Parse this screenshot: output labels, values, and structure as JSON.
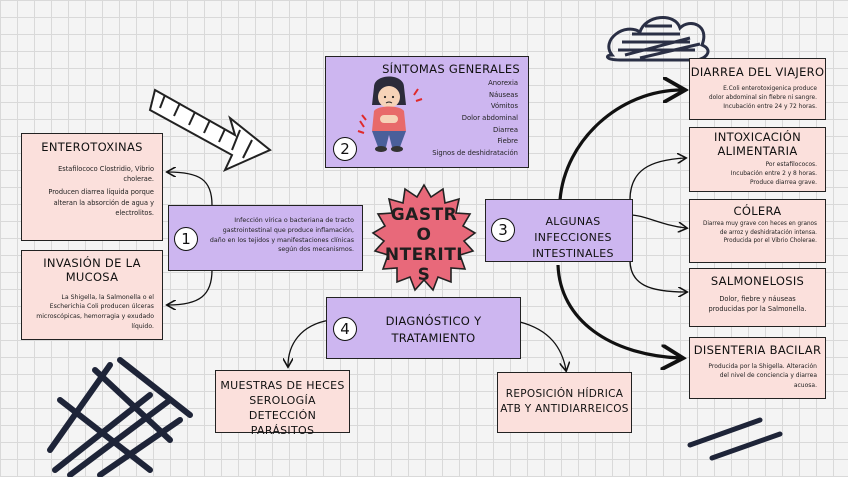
{
  "center": {
    "title": "GASTRO NTERITI S",
    "color": "#e8697a"
  },
  "colors": {
    "pink": "#fbe0dc",
    "purple": "#cdb6f0"
  },
  "sintomas": {
    "number": "2",
    "title": "SÍNTOMAS GENERALES",
    "items": [
      "Anorexia",
      "Náuseas",
      "Vómitos",
      "Dolor abdominal",
      "Diarrea",
      "Fiebre",
      "Signos de deshidratación"
    ]
  },
  "infeccion": {
    "number": "1",
    "text": "Infección vírica o bacteriana de tracto gastrointestinal que produce inflamación, daño en los tejidos y manifestaciones clínicas según dos mecanismos."
  },
  "enterotoxinas": {
    "title": "ENTEROTOXINAS",
    "text1": "Estafilococo Clostridio, Vibrio cholerae.",
    "text2": "Producen diarrea líquida porque alteran la absorción de agua y electrolitos."
  },
  "invasion": {
    "title": "INVASIÓN DE LA MUCOSA",
    "text": "La Shigella, la Salmonella o el Escherichia Coli producen úlceras microscópicas, hemorragia y exudado líquido."
  },
  "infecciones": {
    "number": "3",
    "title": "ALGUNAS INFECCIONES INTESTINALES"
  },
  "diarrea_viajero": {
    "title": "DIARREA DEL VIAJERO",
    "text": "E.Coli enterotoxigenica produce dolor abdominal sin fiebre ni sangre. Incubación entre 24 y 72 horas."
  },
  "intoxicacion": {
    "title": "INTOXICACIÓN ALIMENTARIA",
    "lines": [
      "Por estafilococos.",
      "Incubación entre 2 y 8 horas.",
      "Produce diarrea grave."
    ]
  },
  "colera": {
    "title": "CÓLERA",
    "text": "Diarrea muy grave con heces en granos de arroz y deshidratación intensa.",
    "text2": "Producida por el Vibrio Cholerae."
  },
  "salmonelosis": {
    "title": "SALMONELOSIS",
    "text": "Dolor, fiebre y náuseas producidas por la Salmonella."
  },
  "disenteria": {
    "title": "DISENTERIA BACILAR",
    "text": "Producida por la Shigella. Alteración del nivel de conciencia y diarrea acuosa."
  },
  "diagnostico": {
    "number": "4",
    "title": "DIAGNÓSTICO Y TRATAMIENTO"
  },
  "muestras": {
    "lines": [
      "MUESTRAS DE HECES",
      "SEROLOGÍA",
      "DETECCIÓN PARÁSITOS"
    ]
  },
  "reposicion": {
    "lines": [
      "REPOSICIÓN HÍDRICA",
      "ATB Y ANTIDIARREICOS"
    ]
  },
  "decor": {
    "arrow_icon": "hatched-arrow-icon",
    "cloud_icon": "scribble-cloud-icon",
    "person_icon": "sick-person-icon"
  }
}
